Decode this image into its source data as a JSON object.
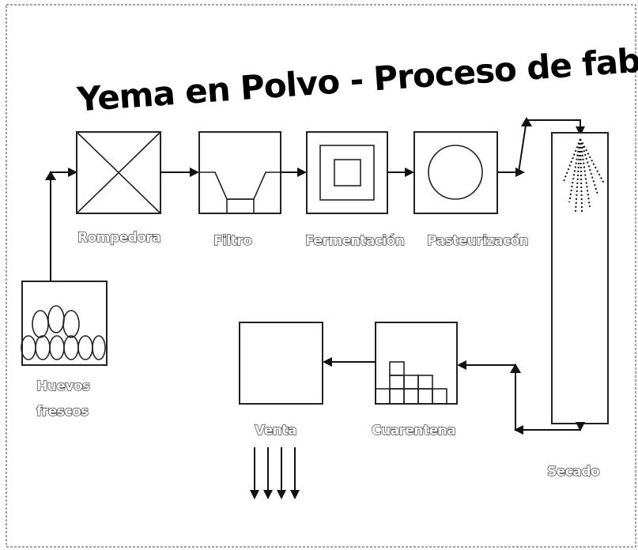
{
  "title": "Yema en Polvo - Proceso de fabricación",
  "steps": {
    "huevos_line1": "Huevos",
    "huevos_line2": "frescos",
    "rompedora": "Rompedora",
    "filtro": "Filtro",
    "fermentacion": "Fermentación",
    "pasteurizacion": "Pasteurizacón",
    "secado": "Secado",
    "cuarentena": "Cuarentena",
    "venta": "Venta"
  }
}
